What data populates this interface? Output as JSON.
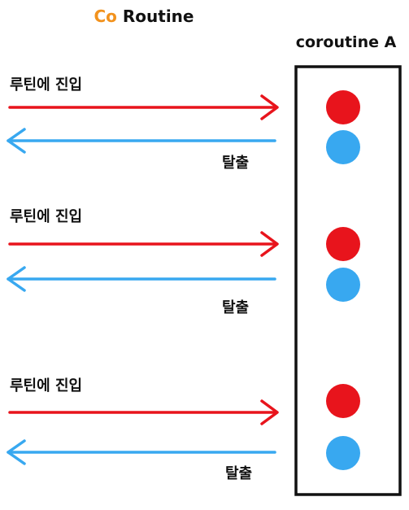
{
  "title": {
    "accent": "Co",
    "rest": " Routine"
  },
  "coroutine_box": {
    "label": "coroutine A"
  },
  "steps": [
    {
      "enter_label": "루틴에 진입",
      "exit_label": "탈출"
    },
    {
      "enter_label": "루틴에 진입",
      "exit_label": "탈출"
    },
    {
      "enter_label": "루틴에 진입",
      "exit_label": "탈출"
    }
  ],
  "colors": {
    "enter": "#e8141c",
    "exit": "#38a8f0",
    "accent": "#f2921d",
    "box": "#111111"
  }
}
